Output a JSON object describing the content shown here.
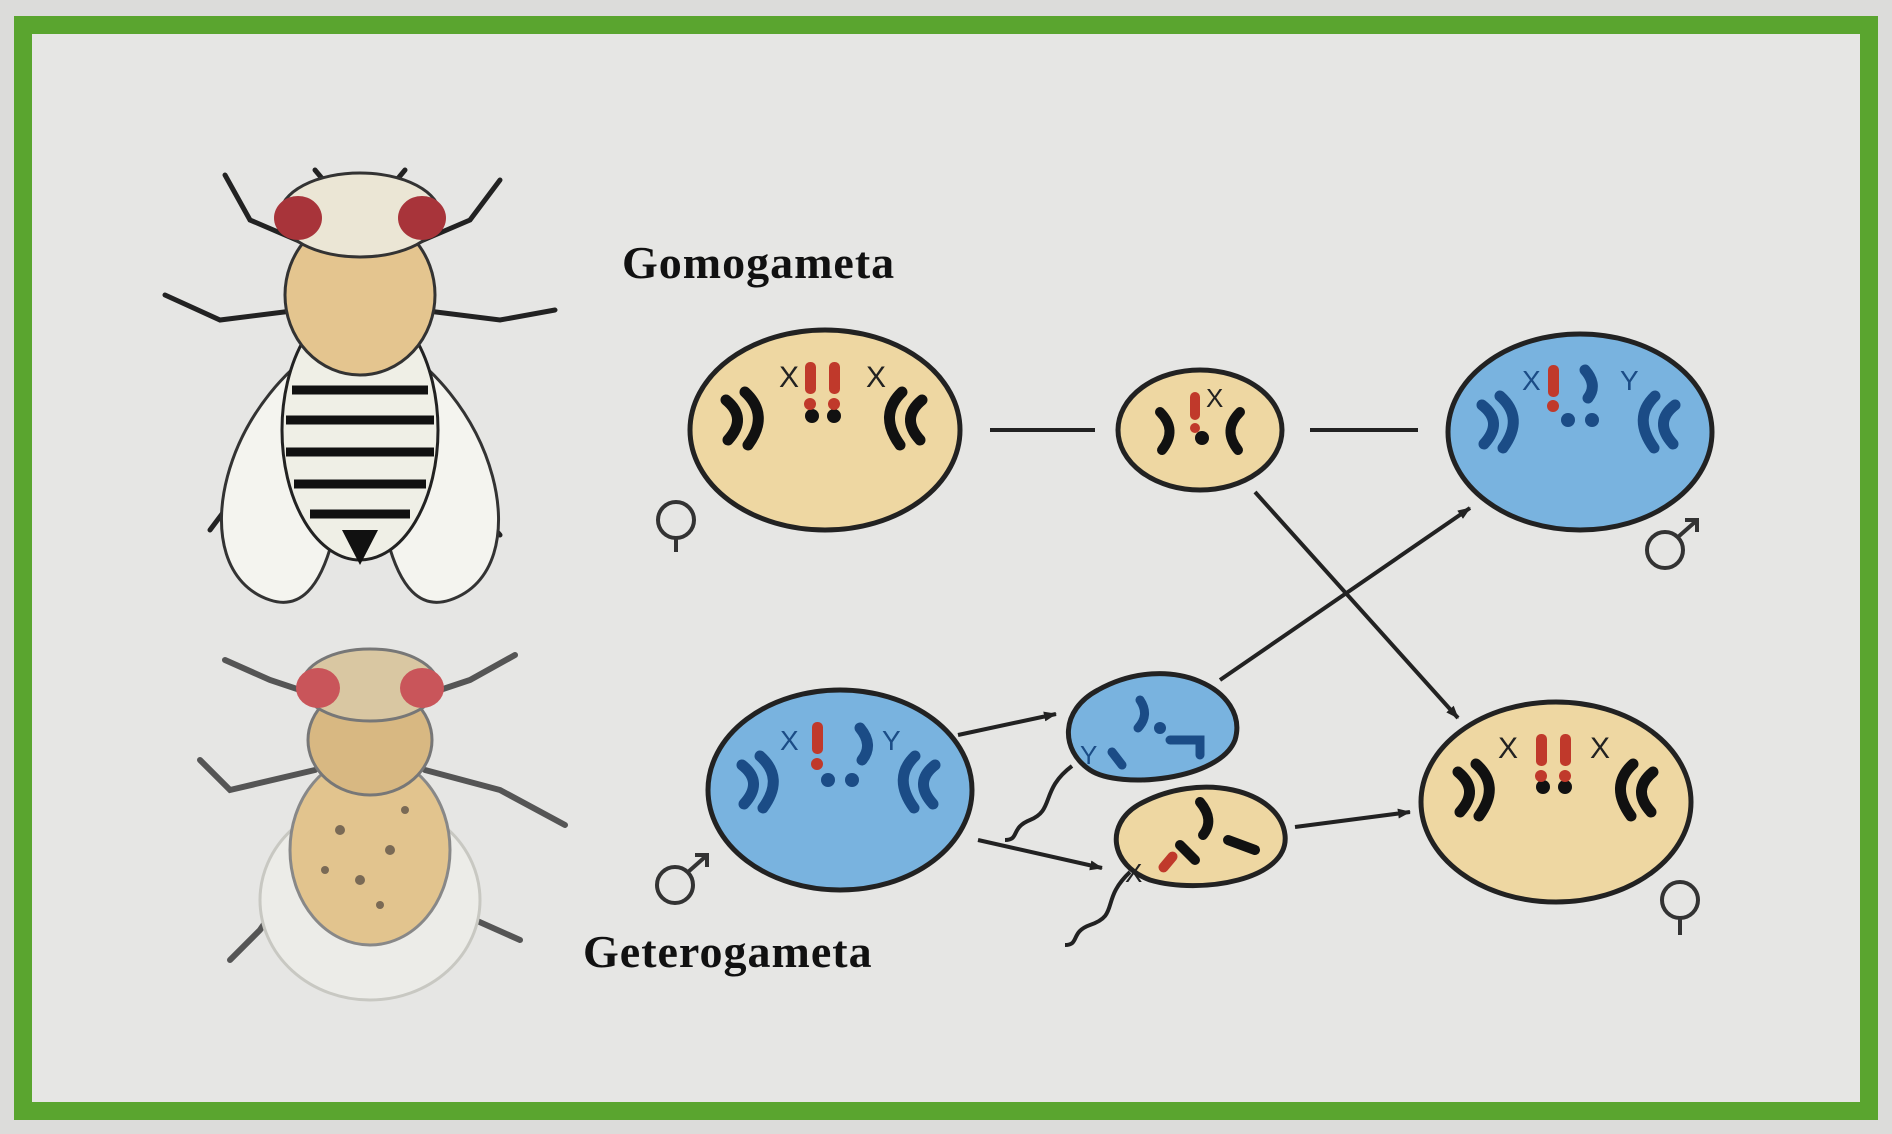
{
  "labels": {
    "homogamety": "Gomogameta",
    "heterogamety": "Geterogameta"
  },
  "chromosome_labels": {
    "x": "X",
    "y": "Y"
  },
  "colors": {
    "frame": "#5aa52f",
    "female_cell": "#eed7a2",
    "male_cell": "#79b3df",
    "chromosome_dark": "#1a1a1a",
    "chromosome_blue": "#1b4c86",
    "chromosome_red": "#c0392b"
  },
  "icons": [
    "female-symbol-icon",
    "male-symbol-icon",
    "fruit-fly-female-icon",
    "fruit-fly-male-icon"
  ]
}
